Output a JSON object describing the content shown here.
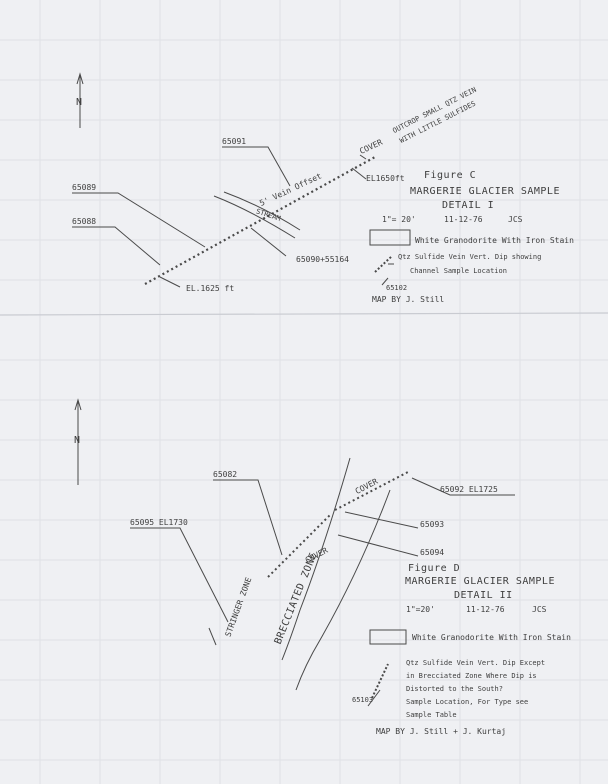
{
  "figure_c": {
    "north_label": "N",
    "samples": [
      "65091",
      "65089",
      "65088",
      "65090+55164",
      "65102"
    ],
    "elevation_low": "EL.1625 ft",
    "elevation_high": "EL1650ft",
    "cover_label": "COVER",
    "outcrop_note_1": "OUTCROP SMALL QTZ VEIN",
    "outcrop_note_2": "WITH LITTLE SULFIDES",
    "vein_offset": "5' Vein Offset",
    "stream_label": "STREAM",
    "figure_title": "Figure C",
    "location": "MARGERIE GLACIER SAMPLE",
    "detail": "DETAIL I",
    "scale": "1\"= 20'",
    "date": "11-12-76",
    "initials": "JCS",
    "legend_granodiorite": "White Granodorite With Iron Stain",
    "legend_vein_1": "Qtz Sulfide Vein Vert. Dip showing",
    "legend_vein_2": "Channel Sample Location",
    "map_by": "MAP BY  J. Still"
  },
  "figure_d": {
    "north_label": "N",
    "samples": [
      "65082",
      "65095  EL1730",
      "65092  EL1725",
      "65093",
      "65094",
      "65103"
    ],
    "cover_label": "COVER",
    "cover_label_2": "COVER",
    "brecciated_zone": "BRECCIATED ZONE",
    "stringer_zone": "STRINGER ZONE",
    "figure_title": "Figure D",
    "location": "MARGERIE GLACIER SAMPLE",
    "detail": "DETAIL II",
    "scale": "1\"=20'",
    "date": "11-12-76",
    "initials": "JCS",
    "legend_granodiorite": "White Granodorite With Iron Stain",
    "legend_vein_1": "Qtz Sulfide Vein Vert. Dip Except",
    "legend_vein_2": "in Brecciated Zone Where Dip is",
    "legend_vein_3": "Distorted to the South?",
    "sample_location_1": "Sample Location, For Type see",
    "sample_location_2": "Sample Table",
    "map_by": "MAP BY  J. Still + J. Kurtaj"
  }
}
